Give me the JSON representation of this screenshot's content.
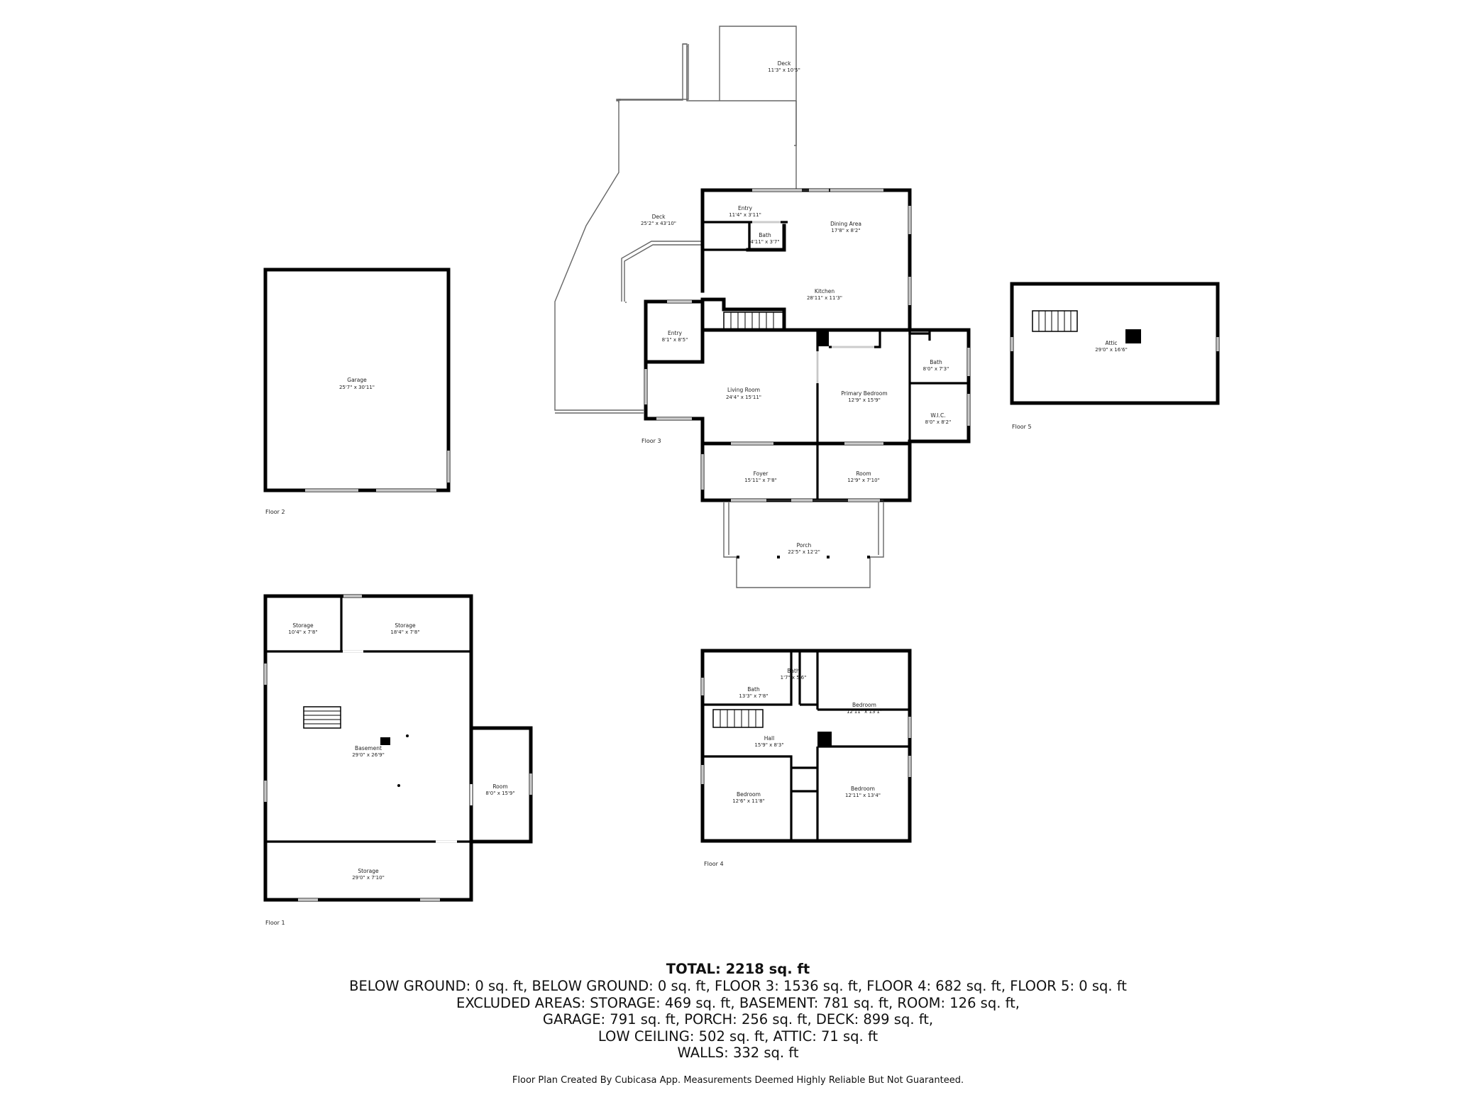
{
  "floors": {
    "floor1": {
      "label": "Floor 1",
      "rooms": [
        {
          "name": "Storage",
          "dims": "10'4\" x 7'8\""
        },
        {
          "name": "Storage",
          "dims": "18'4\" x 7'8\""
        },
        {
          "name": "Basement",
          "dims": "29'0\" x 26'9\""
        },
        {
          "name": "Room",
          "dims": "8'0\" x 15'9\""
        },
        {
          "name": "Storage",
          "dims": "29'0\" x 7'10\""
        }
      ]
    },
    "floor2": {
      "label": "Floor 2",
      "rooms": [
        {
          "name": "Garage",
          "dims": "25'7\" x 30'11\""
        }
      ]
    },
    "floor3": {
      "label": "Floor 3",
      "rooms": [
        {
          "name": "Deck",
          "dims": "11'3\" x 10'5\""
        },
        {
          "name": "Deck",
          "dims": "25'2\" x 43'10\""
        },
        {
          "name": "Entry",
          "dims": "11'4\" x 3'11\""
        },
        {
          "name": "Dining Area",
          "dims": "17'8\" x 8'2\""
        },
        {
          "name": "Bath",
          "dims": "4'11\" x 3'7\""
        },
        {
          "name": "Kitchen",
          "dims": "28'11\" x 11'3\""
        },
        {
          "name": "Entry",
          "dims": "8'1\" x 8'5\""
        },
        {
          "name": "Living Room",
          "dims": "24'4\" x 15'11\""
        },
        {
          "name": "Primary Bedroom",
          "dims": "12'9\" x 15'9\""
        },
        {
          "name": "Bath",
          "dims": "8'0\" x 7'3\""
        },
        {
          "name": "W.I.C.",
          "dims": "8'0\" x 8'2\""
        },
        {
          "name": "Foyer",
          "dims": "15'11\" x 7'8\""
        },
        {
          "name": "Room",
          "dims": "12'9\" x 7'10\""
        },
        {
          "name": "Porch",
          "dims": "22'5\" x 12'2\""
        }
      ]
    },
    "floor4": {
      "label": "Floor 4",
      "rooms": [
        {
          "name": "Bath",
          "dims": "13'3\" x 7'8\""
        },
        {
          "name": "Bath",
          "dims": "1'7\" x 5'6\""
        },
        {
          "name": "Bedroom",
          "dims": "12'11\" x 13'1\""
        },
        {
          "name": "Hall",
          "dims": "15'9\" x 8'3\""
        },
        {
          "name": "Bedroom",
          "dims": "12'6\" x 11'8\""
        },
        {
          "name": "Bedroom",
          "dims": "12'11\" x 13'4\""
        }
      ]
    },
    "floor5": {
      "label": "Floor 5",
      "rooms": [
        {
          "name": "Attic",
          "dims": "29'0\" x 16'6\""
        }
      ]
    }
  },
  "summary": {
    "total": "TOTAL: 2218 sq. ft",
    "lines": [
      "BELOW GROUND: 0 sq. ft, BELOW GROUND: 0 sq. ft, FLOOR 3: 1536 sq. ft, FLOOR 4: 682 sq. ft, FLOOR 5: 0 sq. ft",
      "EXCLUDED AREAS: STORAGE: 469 sq. ft, BASEMENT: 781 sq. ft, ROOM: 126 sq. ft,",
      "GARAGE: 791 sq. ft, PORCH: 256 sq. ft, DECK: 899 sq. ft,",
      "LOW CEILING: 502 sq. ft, ATTIC: 71 sq. ft",
      "WALLS: 332 sq. ft"
    ]
  },
  "disclaimer": "Floor Plan Created By Cubicasa App. Measurements Deemed Highly Reliable But Not Guaranteed."
}
